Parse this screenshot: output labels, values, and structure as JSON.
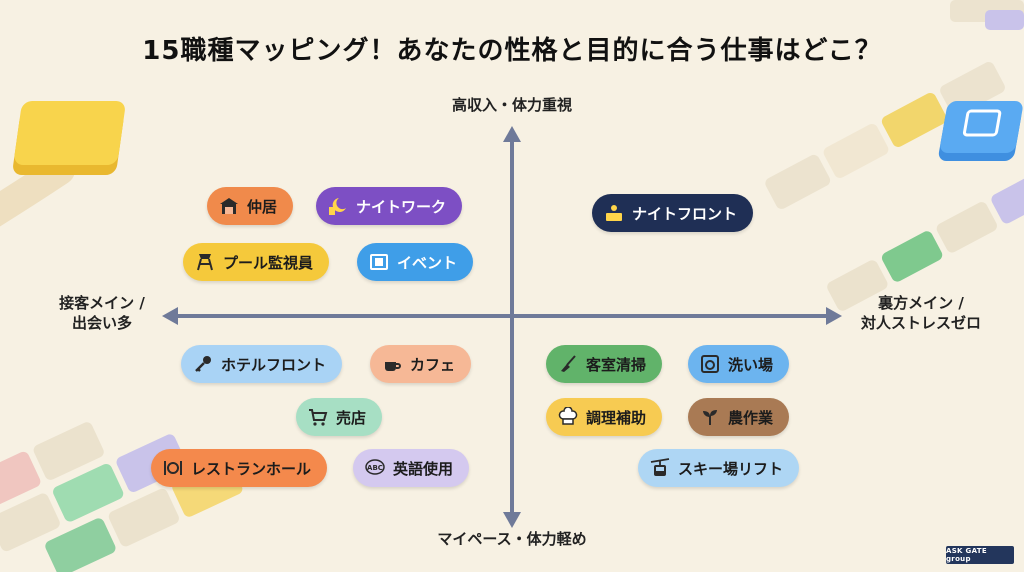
{
  "title": "15職種マッピング！あなたの性格と目的に合う仕事はどこ？",
  "axes": {
    "top": "高収入・体力重視",
    "bottom": "マイペース・体力軽め",
    "left": "接客メイン /\n出会い多",
    "right": "裏方メイン /\n対人ストレスゼロ"
  },
  "jobs": [
    {
      "label": "仲居",
      "icon": "ryokan-icon",
      "color": "#f08a4b"
    },
    {
      "label": "ナイトワーク",
      "icon": "moon-building-icon",
      "color": "#7d4fc4"
    },
    {
      "label": "ナイトフロント",
      "icon": "front-desk-icon",
      "color": "#1f2f55"
    },
    {
      "label": "プール監視員",
      "icon": "lifeguard-tower-icon",
      "color": "#f5c93b"
    },
    {
      "label": "イベント",
      "icon": "film-icon",
      "color": "#3f9ee8"
    },
    {
      "label": "ホテルフロント",
      "icon": "key-icon",
      "color": "#a9d3f5"
    },
    {
      "label": "カフェ",
      "icon": "coffee-cup-icon",
      "color": "#f6b896"
    },
    {
      "label": "売店",
      "icon": "cart-icon",
      "color": "#a7dfc4"
    },
    {
      "label": "レストランホール",
      "icon": "cutlery-icon",
      "color": "#f4894c"
    },
    {
      "label": "英語使用",
      "icon": "abc-bubble-icon",
      "color": "#d4c9ef"
    },
    {
      "label": "客室清掃",
      "icon": "broom-icon",
      "color": "#61b36a"
    },
    {
      "label": "洗い場",
      "icon": "washer-icon",
      "color": "#6cb4ef"
    },
    {
      "label": "調理補助",
      "icon": "chef-hat-icon",
      "color": "#f7cb52"
    },
    {
      "label": "農作業",
      "icon": "sprout-icon",
      "color": "#a97a54"
    },
    {
      "label": "スキー場リフト",
      "icon": "ski-lift-icon",
      "color": "#aed6f4"
    }
  ],
  "brand": "ASK GATE group"
}
